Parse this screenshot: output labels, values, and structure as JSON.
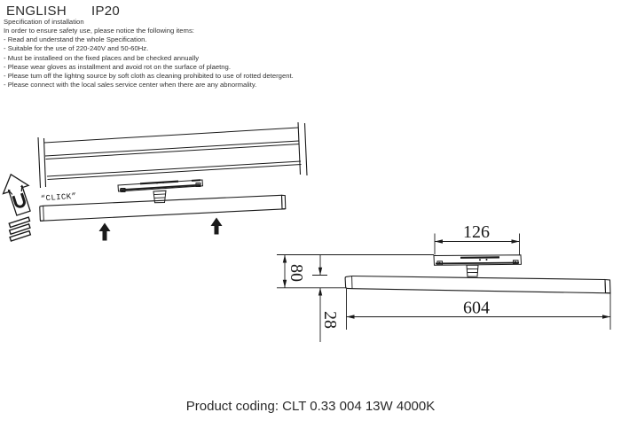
{
  "header": {
    "language_label": "ENGLISH",
    "ip_rating": "IP20"
  },
  "specification": {
    "title": "Specification of installation",
    "intro": "In order to ensure safety use, please notice the following items:",
    "items": [
      "- Read and understand the whole Specification.",
      "- Suitable for the use of 220-240V and 50-60Hz.",
      "- Must be installeed on the fixed places and be checked annually",
      "- Please wear gloves as installment and avoid rot on the surface of plaetng.",
      "- Please tum off the lightng source by soft cloth as cleaning prohibited to use of rotted detergent.",
      "- Please connect with the local sales service center when there are any abnormality."
    ]
  },
  "installation_diagram": {
    "click_label": "“CLICK”"
  },
  "dimension_drawing": {
    "bracket_width": "126",
    "fixture_height": "80",
    "tube_diameter": "28",
    "fixture_length": "604"
  },
  "footer": {
    "product_coding": "Product coding: CLT 0.33 004 13W 4000K"
  },
  "colors": {
    "line": "#1a1a1a",
    "background": "#ffffff"
  }
}
